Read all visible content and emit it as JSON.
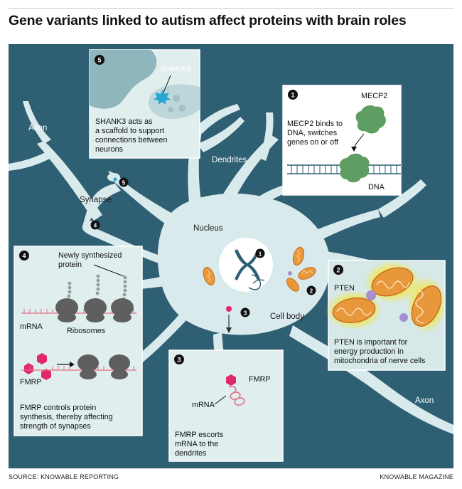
{
  "title": "Gene variants linked to autism affect proteins with brain roles",
  "footer": {
    "source": "SOURCE: KNOWABLE REPORTING",
    "brand": "KNOWABLE MAGAZINE"
  },
  "colors": {
    "background": "#2e5f73",
    "cell": "#d9eaec",
    "panel": "#e0eeee",
    "mitochondria": "#e8973a",
    "highlight": "#f2e64a",
    "protein_green": "#5e9e62",
    "ribosome": "#5f5f5f",
    "fmrp_pink": "#e0286c",
    "pten_purple": "#a58fcf",
    "mrna_pink": "#e46e84",
    "shank3_blue": "#26a7cf"
  },
  "labels": {
    "axon_left": "Axon",
    "axon_right": "Axon",
    "dendrites": "Dendrites",
    "synapse": "Synapse",
    "nucleus": "Nucleus",
    "cell_body": "Cell body"
  },
  "markers": [
    "1",
    "2",
    "3",
    "4",
    "5"
  ],
  "panels": {
    "mecp2": {
      "number": "1",
      "protein": "MECP2",
      "caption": [
        "MECP2 binds to",
        "DNA, switches",
        "genes on or off"
      ],
      "dna_label": "DNA"
    },
    "pten": {
      "number": "2",
      "protein": "PTEN",
      "caption": [
        "PTEN is important for",
        "energy production in",
        "mitochondria of nerve cells"
      ]
    },
    "fmrp_escort": {
      "number": "3",
      "protein": "FMRP",
      "mrna": "mRNA",
      "caption": [
        "FMRP escorts",
        "mRNA to the",
        "dendrites"
      ]
    },
    "fmrp_synthesis": {
      "number": "4",
      "new_protein": [
        "Newly synthesized",
        "protein"
      ],
      "mrna": "mRNA",
      "ribosomes": "Ribosomes",
      "fmrp": "FMRP",
      "caption": [
        "FMRP controls protein",
        "synthesis, thereby affecting",
        "strength of synapses"
      ]
    },
    "shank3": {
      "number": "5",
      "protein": "SHANK3",
      "caption": [
        "SHANK3 acts as",
        "a scaffold to support",
        "connections between",
        "neurons"
      ]
    }
  }
}
